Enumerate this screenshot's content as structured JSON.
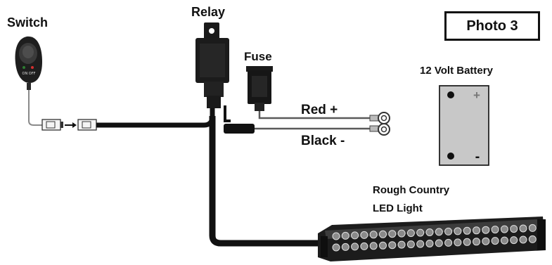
{
  "labels": {
    "switch": "Switch",
    "relay": "Relay",
    "fuse": "Fuse",
    "red_wire": "Red +",
    "black_wire": "Black -",
    "battery": "12 Volt Battery",
    "light_line1": "Rough Country",
    "light_line2": "LED Light",
    "photo": "Photo 3",
    "switch_text": "ON OFF",
    "battery_plus": "+",
    "battery_minus": "-"
  },
  "colors": {
    "cable": "#111111",
    "housing": "#1b1b1b",
    "wire": "#555555",
    "battery_fill": "#c8c8c8",
    "switch_led_red": "#d32f2f",
    "switch_led_green": "#2e7d32"
  },
  "icons": [
    "switch-device-icon",
    "relay-icon",
    "fuse-holder-icon",
    "battery-icon",
    "led-light-bar-icon",
    "connector-icon",
    "ring-terminal-icon",
    "arrow-icon"
  ]
}
